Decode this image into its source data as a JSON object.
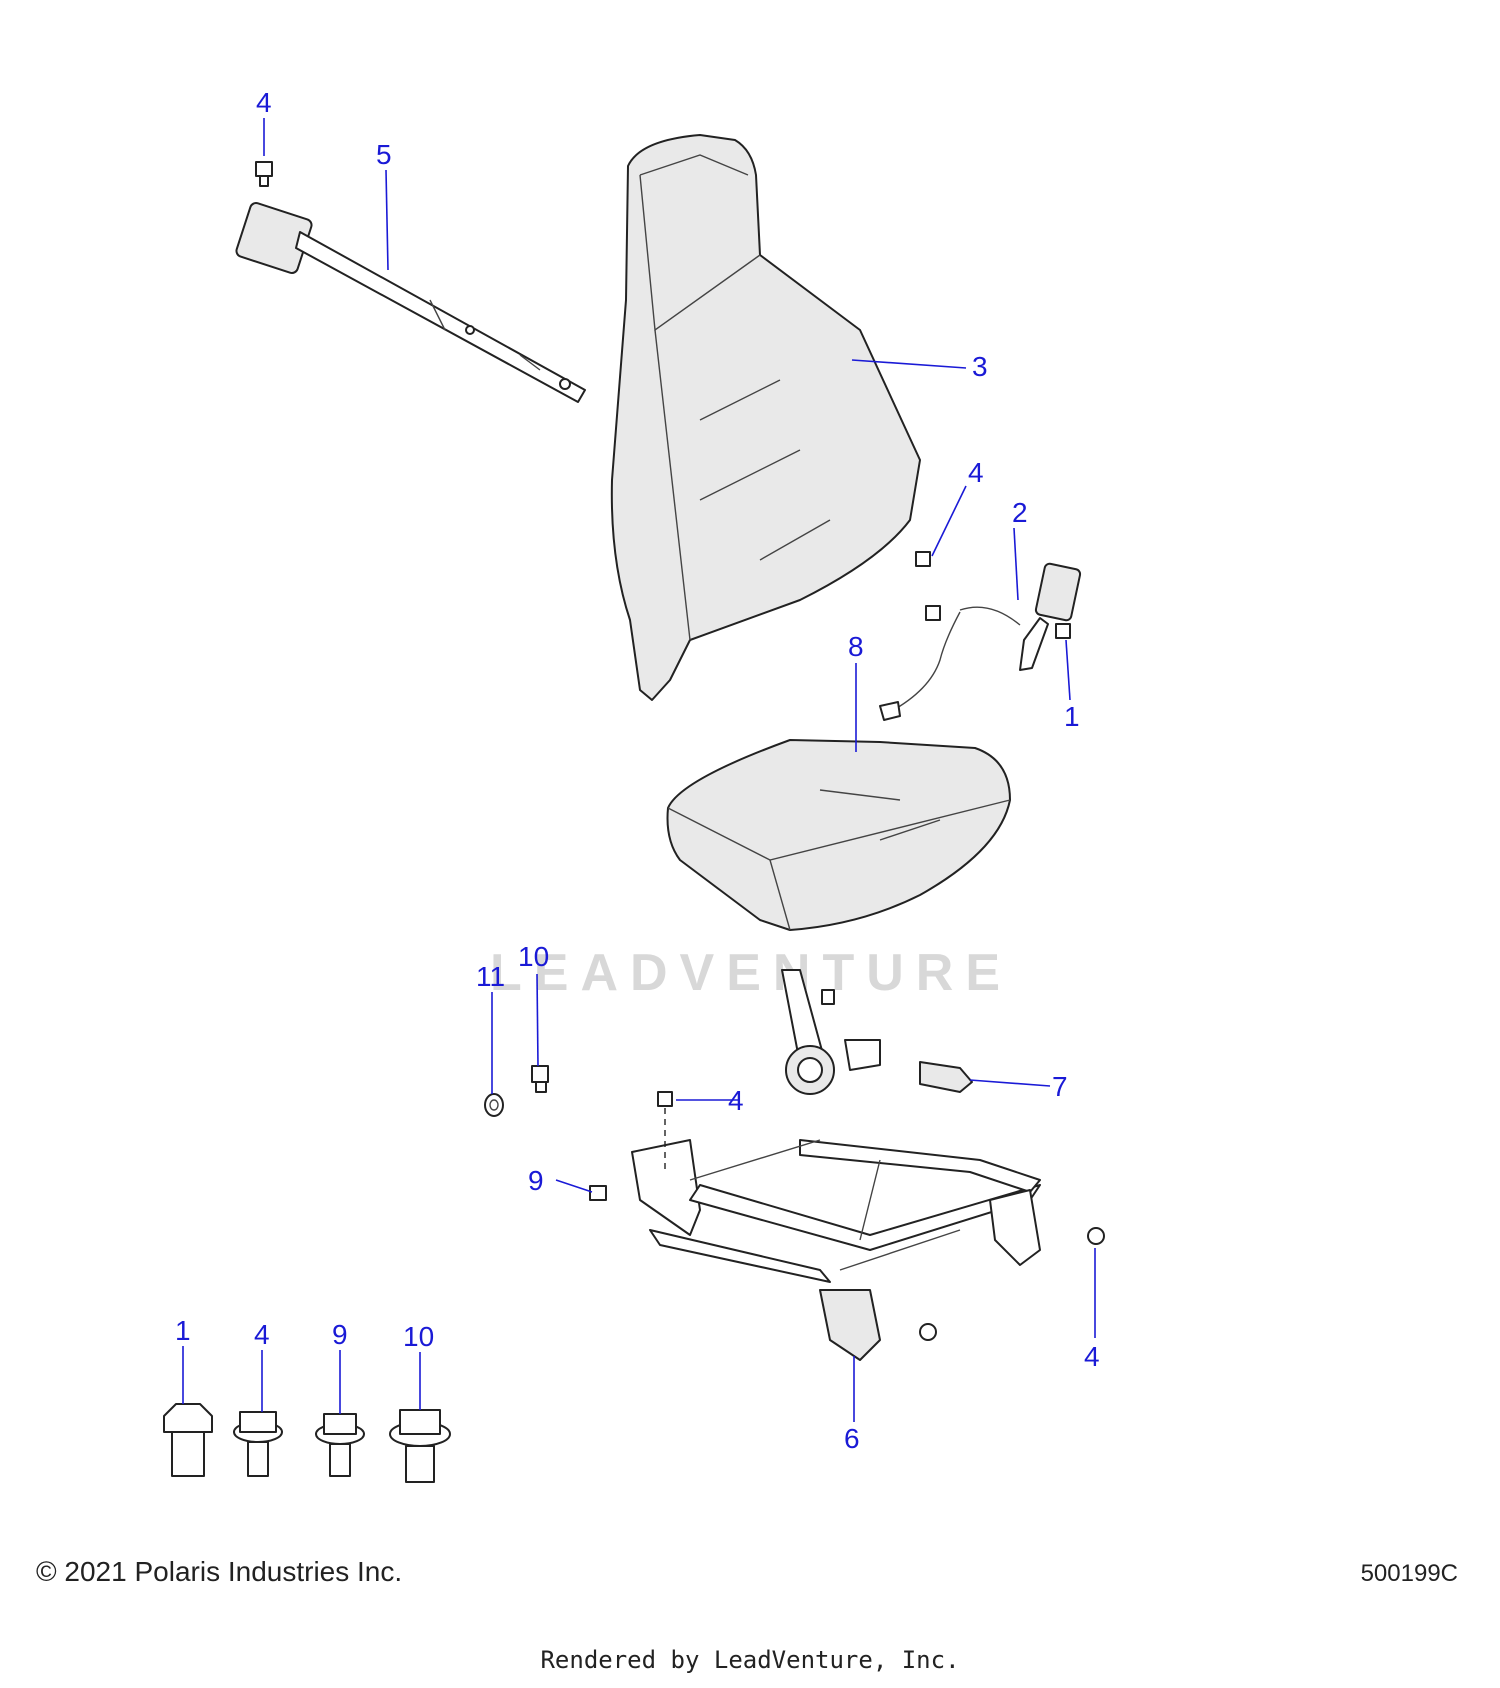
{
  "watermark": "LEADVENTURE",
  "callouts": {
    "c1a": "1",
    "c1b": "1",
    "c2": "2",
    "c3": "3",
    "c4a": "4",
    "c4b": "4",
    "c4c": "4",
    "c4d": "4",
    "c4e": "4",
    "c5": "5",
    "c6": "6",
    "c7": "7",
    "c8": "8",
    "c9a": "9",
    "c9b": "9",
    "c10a": "10",
    "c10b": "10",
    "c11": "11"
  },
  "footer": {
    "copyright": "© 2021 Polaris Industries Inc.",
    "diagram_id": "500199C",
    "rendered_by": "Rendered by LeadVenture, Inc."
  }
}
